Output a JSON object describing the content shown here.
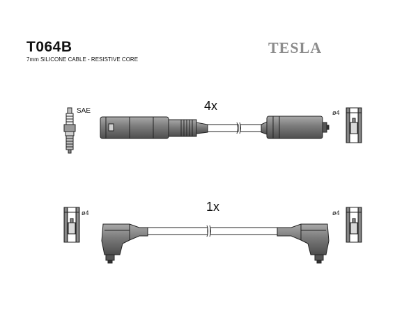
{
  "header": {
    "part_number": "T064B",
    "description": "7mm SILICONE CABLE - RESISTIVE CORE",
    "brand": "TESLA"
  },
  "set_top": {
    "quantity": "4x",
    "plug_label": "SAE",
    "diameter_label": "ø4"
  },
  "set_bottom": {
    "quantity": "1x",
    "left_diameter_label": "ø4",
    "right_diameter_label": "ø4"
  },
  "colors": {
    "connector": "#7c7c7c",
    "connector_dark": "#4a4a4a",
    "cable": "#ffffff",
    "stroke": "#222222",
    "brand": "#8c8c8c"
  }
}
